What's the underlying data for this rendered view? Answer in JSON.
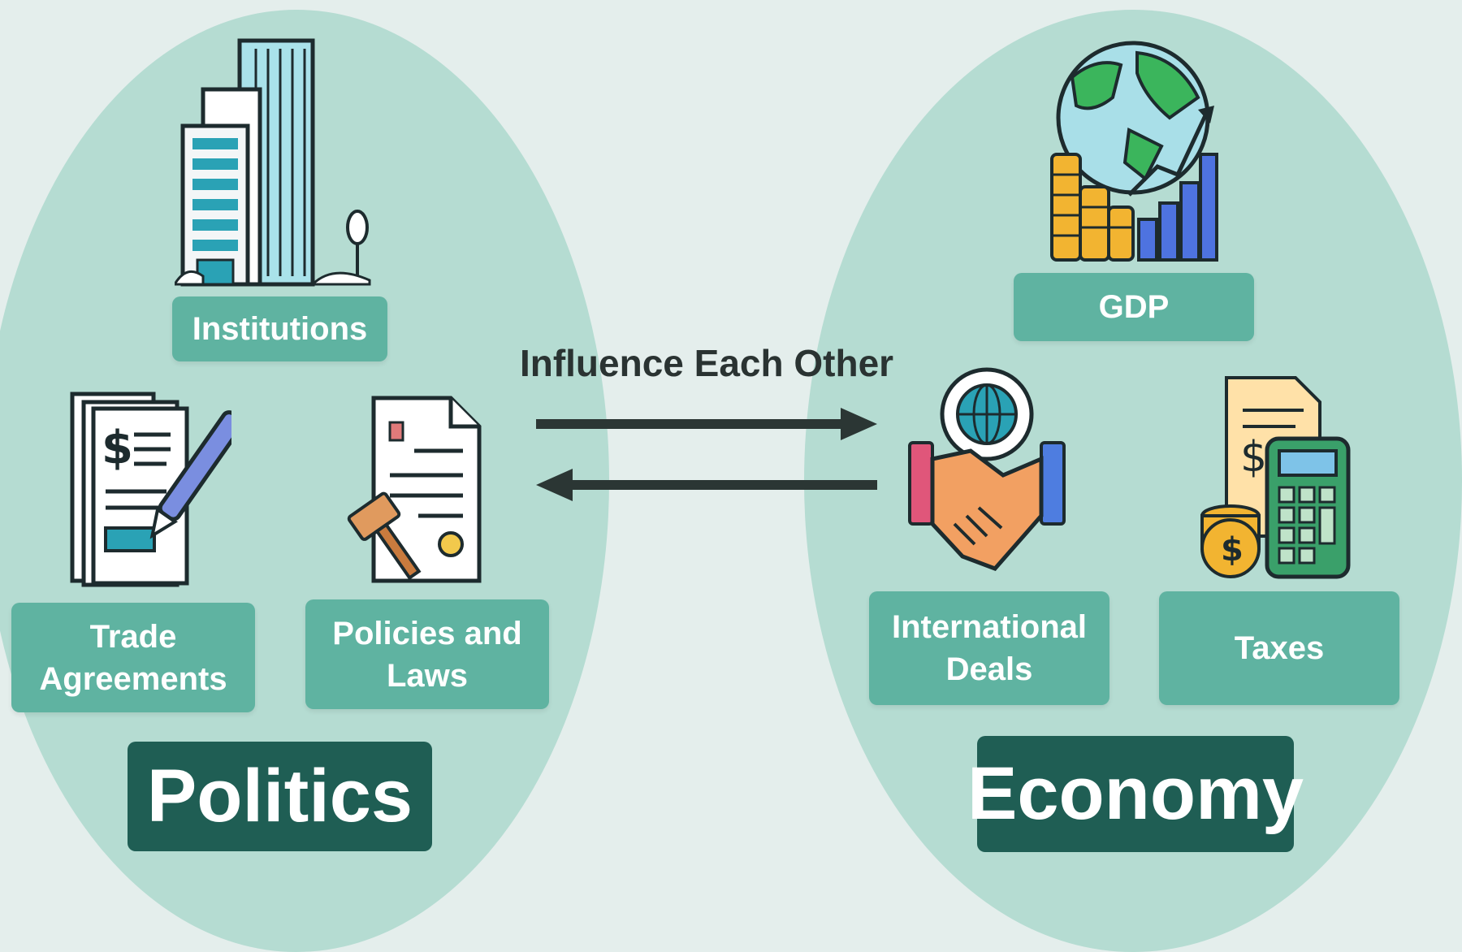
{
  "left_group": {
    "title": "Politics",
    "items": [
      {
        "label": "Institutions",
        "icon": "building-icon"
      },
      {
        "label": "Trade\nAgreements",
        "icon": "contract-signing-icon"
      },
      {
        "label": "Policies and\nLaws",
        "icon": "law-document-gavel-icon"
      }
    ]
  },
  "right_group": {
    "title": "Economy",
    "items": [
      {
        "label": "GDP",
        "icon": "globe-growth-chart-icon"
      },
      {
        "label": "International\nDeals",
        "icon": "handshake-globe-icon"
      },
      {
        "label": "Taxes",
        "icon": "calculator-coins-icon"
      }
    ]
  },
  "connector": {
    "label": "Influence Each Other",
    "arrows": [
      "right-arrow",
      "left-arrow"
    ]
  },
  "colors": {
    "background": "#e4eeec",
    "oval": "#b5dcd2",
    "tag": "#5fb3a1",
    "title_box": "#1f5e54",
    "arrow": "#2b3634"
  }
}
